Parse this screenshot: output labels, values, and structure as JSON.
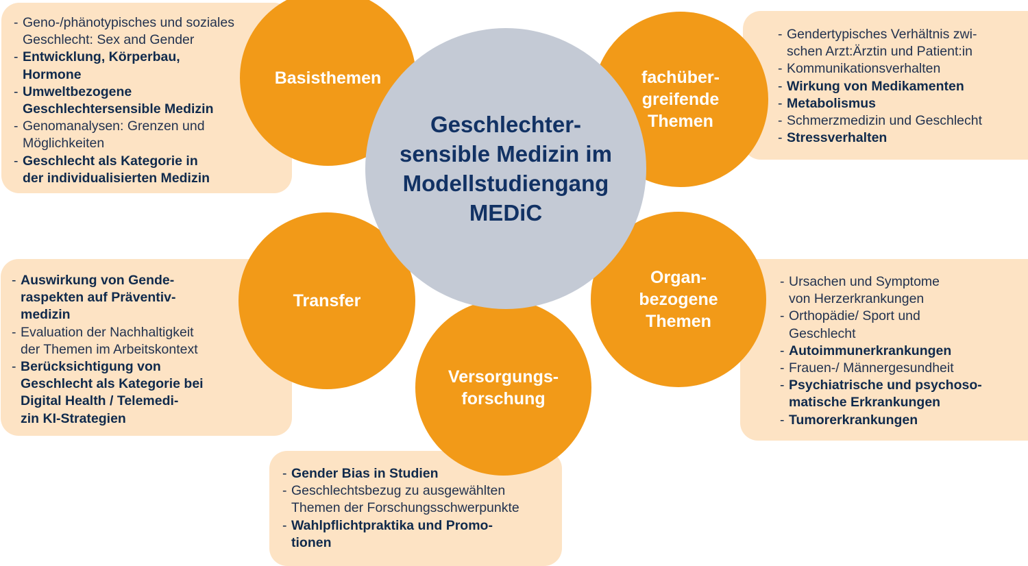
{
  "center_title": "Geschlechter-\nsensible Medizin im\nModellstudiengang\nMEDiC",
  "nodes": {
    "basisthemen": {
      "label": "Basisthemen",
      "items": [
        {
          "lines": [
            "Geno-/phänotypisches und soziales",
            "Geschlecht: Sex and Gender"
          ],
          "bold": false
        },
        {
          "lines": [
            "Entwicklung, Körperbau,",
            "Hormone"
          ],
          "bold": true
        },
        {
          "lines": [
            "Umweltbezogene",
            "Geschlechtersensible Medizin"
          ],
          "bold": true
        },
        {
          "lines": [
            "Genomanalysen: Grenzen und",
            "Möglichkeiten"
          ],
          "bold": false
        },
        {
          "lines": [
            "Geschlecht als Kategorie in",
            "der individualisierten Medizin"
          ],
          "bold": true
        }
      ]
    },
    "fachuebergreifend": {
      "label": "fachüber-\ngreifende\nThemen",
      "items": [
        {
          "lines": [
            "Gendertypisches Verhältnis zwi-",
            "schen Arzt:Ärztin und Patient:in"
          ],
          "bold": false
        },
        {
          "lines": [
            "Kommunikationsverhalten"
          ],
          "bold": false
        },
        {
          "lines": [
            "Wirkung von Medikamenten"
          ],
          "bold": true
        },
        {
          "lines": [
            "Metabolismus"
          ],
          "bold": true
        },
        {
          "lines": [
            "Schmerzmedizin und Geschlecht"
          ],
          "bold": false
        },
        {
          "lines": [
            "Stressverhalten"
          ],
          "bold": true
        }
      ]
    },
    "transfer": {
      "label": "Transfer",
      "items": [
        {
          "lines": [
            "Auswirkung von Gende-",
            "raspekten auf Präventiv-",
            "medizin"
          ],
          "bold": true
        },
        {
          "lines": [
            "Evaluation der Nachhaltigkeit",
            "der Themen im Arbeitskontext"
          ],
          "bold": false
        },
        {
          "lines": [
            "Berücksichtigung von",
            "Geschlecht als Kategorie bei",
            "Digital Health / Telemedi-",
            "zin KI-Strategien"
          ],
          "bold": true
        }
      ]
    },
    "organbezogen": {
      "label": "Organ-\nbezogene\nThemen",
      "items": [
        {
          "lines": [
            "Ursachen und Symptome",
            "von Herzerkrankungen"
          ],
          "bold": false
        },
        {
          "lines": [
            "Orthopädie/ Sport und",
            "Geschlecht"
          ],
          "bold": false
        },
        {
          "lines": [
            "Autoimmunerkrankungen"
          ],
          "bold": true
        },
        {
          "lines": [
            "Frauen-/ Männergesundheit"
          ],
          "bold": false
        },
        {
          "lines": [
            "Psychiatrische und psychoso-",
            "matische Erkrankungen"
          ],
          "bold": true
        },
        {
          "lines": [
            "Tumorerkrankungen"
          ],
          "bold": true
        }
      ]
    },
    "versorgung": {
      "label": "Versorgungs-\nforschung",
      "items": [
        {
          "lines": [
            "Gender Bias in Studien"
          ],
          "bold": true
        },
        {
          "lines": [
            "Geschlechtsbezug zu ausgewählten",
            "Themen der Forschungsschwerpunkte"
          ],
          "bold": false
        },
        {
          "lines": [
            "Wahlpflichtpraktika und Promo-",
            "tionen"
          ],
          "bold": true
        }
      ]
    }
  },
  "colors": {
    "circle": "#f29a18",
    "center": "#c4cad5",
    "panel": "#fde3c4",
    "title_text": "#123264",
    "body_text": "#22324f"
  }
}
